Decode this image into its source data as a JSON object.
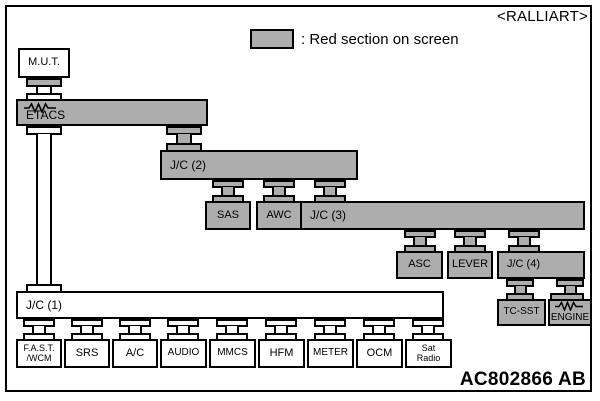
{
  "header": {
    "variant_label": "<RALLIART>",
    "legend": {
      "swatch_color": "#adadad",
      "text": ": Red section on screen"
    }
  },
  "footer": {
    "part_code": "AC802866 AB"
  },
  "colors": {
    "red_section_fill": "#adadad",
    "plain_fill": "#ffffff",
    "line": "#000000"
  },
  "diagram": {
    "type": "can-bus-network-topology",
    "nodes": [
      {
        "id": "mut",
        "label": "M.U.T.",
        "fill": "plain",
        "shape": "box"
      },
      {
        "id": "etacs",
        "label": "ETACS",
        "fill": "red_section",
        "shape": "bar",
        "has_wave_symbol": true
      },
      {
        "id": "jc1",
        "label": "J/C (1)",
        "fill": "plain",
        "shape": "bar"
      },
      {
        "id": "jc2",
        "label": "J/C (2)",
        "fill": "red_section",
        "shape": "bar"
      },
      {
        "id": "jc3",
        "label": "J/C (3)",
        "fill": "red_section",
        "shape": "bar"
      },
      {
        "id": "jc4",
        "label": "J/C (4)",
        "fill": "red_section",
        "shape": "bar"
      },
      {
        "id": "sas",
        "label": "SAS",
        "fill": "red_section",
        "shape": "box"
      },
      {
        "id": "awc",
        "label": "AWC",
        "fill": "red_section",
        "shape": "box"
      },
      {
        "id": "asc",
        "label": "ASC",
        "fill": "red_section",
        "shape": "box"
      },
      {
        "id": "lever",
        "label": "LEVER",
        "fill": "red_section",
        "shape": "box"
      },
      {
        "id": "tcsst",
        "label": "TC-SST",
        "fill": "red_section",
        "shape": "box"
      },
      {
        "id": "engine",
        "label": "ENGINE",
        "fill": "red_section",
        "shape": "box",
        "has_wave_symbol": true
      },
      {
        "id": "fastwcm",
        "label": "F.A.S.T.\n/WCM",
        "fill": "plain",
        "shape": "box"
      },
      {
        "id": "srs",
        "label": "SRS",
        "fill": "plain",
        "shape": "box"
      },
      {
        "id": "ac",
        "label": "A/C",
        "fill": "plain",
        "shape": "box"
      },
      {
        "id": "audio",
        "label": "AUDIO",
        "fill": "plain",
        "shape": "box"
      },
      {
        "id": "mmcs",
        "label": "MMCS",
        "fill": "plain",
        "shape": "box"
      },
      {
        "id": "hfm",
        "label": "HFM",
        "fill": "plain",
        "shape": "box"
      },
      {
        "id": "meter",
        "label": "METER",
        "fill": "plain",
        "shape": "box"
      },
      {
        "id": "ocm",
        "label": "OCM",
        "fill": "plain",
        "shape": "box"
      },
      {
        "id": "satradio",
        "label": "Sat Radio",
        "fill": "plain",
        "shape": "box"
      }
    ],
    "links": [
      {
        "from": "mut",
        "to": "etacs"
      },
      {
        "from": "etacs",
        "to": "jc1"
      },
      {
        "from": "etacs",
        "to": "jc2"
      },
      {
        "from": "jc2",
        "to": "sas"
      },
      {
        "from": "jc2",
        "to": "awc"
      },
      {
        "from": "jc2",
        "to": "jc3"
      },
      {
        "from": "jc3",
        "to": "asc"
      },
      {
        "from": "jc3",
        "to": "lever"
      },
      {
        "from": "jc3",
        "to": "jc4"
      },
      {
        "from": "jc4",
        "to": "tcsst"
      },
      {
        "from": "jc4",
        "to": "engine"
      },
      {
        "from": "jc1",
        "to": "fastwcm"
      },
      {
        "from": "jc1",
        "to": "srs"
      },
      {
        "from": "jc1",
        "to": "ac"
      },
      {
        "from": "jc1",
        "to": "audio"
      },
      {
        "from": "jc1",
        "to": "mmcs"
      },
      {
        "from": "jc1",
        "to": "hfm"
      },
      {
        "from": "jc1",
        "to": "meter"
      },
      {
        "from": "jc1",
        "to": "ocm"
      },
      {
        "from": "jc1",
        "to": "satradio"
      }
    ]
  }
}
